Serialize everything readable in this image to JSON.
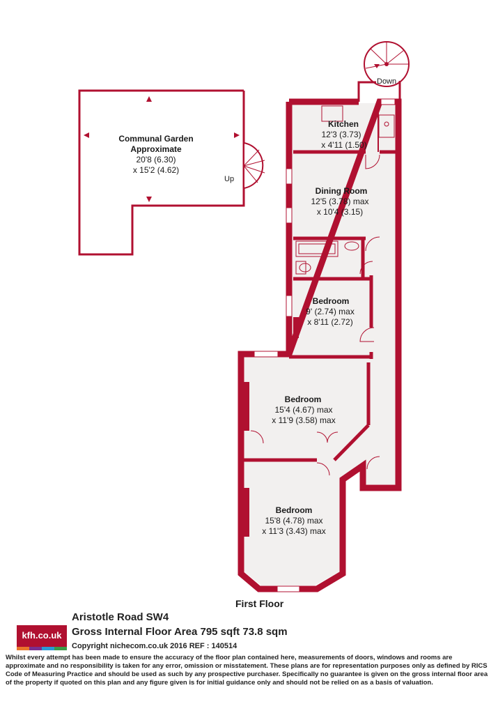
{
  "floor": "First Floor",
  "rooms": {
    "garden": {
      "name1": "Communal Garden",
      "name2": "Approximate",
      "dim1": "20'8 (6.30)",
      "dim2": "x 15'2 (4.62)"
    },
    "kitchen": {
      "name": "Kitchen",
      "dim1": "12'3 (3.73)",
      "dim2": "x 4'11 (1.50)"
    },
    "dining": {
      "name": "Dining Room",
      "dim1": "12'5 (3.78) max",
      "dim2": "x 10'4 (3.15)"
    },
    "bedroom1": {
      "name": "Bedroom",
      "dim1": "9' (2.74) max",
      "dim2": "x 8'11 (2.72)"
    },
    "bedroom2": {
      "name": "Bedroom",
      "dim1": "15'4 (4.67) max",
      "dim2": "x 11'9 (3.58) max"
    },
    "bedroom3": {
      "name": "Bedroom",
      "dim1": "15'8 (4.78) max",
      "dim2": "x 11'3 (3.43) max"
    }
  },
  "labels": {
    "up": "Up",
    "down": "Down"
  },
  "footer": {
    "logo": "kfh.co.uk",
    "address": "Aristotle Road  SW4",
    "area": "Gross Internal Floor Area 795 sqft 73.8 sqm",
    "copyright": "Copyright nichecom.co.uk 2016 REF : 140514",
    "disclaimer": "Whilst every attempt has been made to ensure the accuracy of the floor plan contained here, measurements of doors, windows and rooms are approximate and no responsibility is taken for any error, omission or misstatement.  These plans are for representation purposes only as defined by RICS Code of Measuring Practice and should be used as such by any prospective purchaser.  Specifically no guarantee is given on the gross internal floor area of the property if quoted on this plan and any figure given is for initial guidance only and should not be relied on as a basis of valuation."
  },
  "colors": {
    "wall": "#b01030",
    "floor": "#f2f0ef",
    "logo_bar": [
      "#e9762b",
      "#7a2f8f",
      "#2a9ad6",
      "#3b9a47"
    ]
  }
}
